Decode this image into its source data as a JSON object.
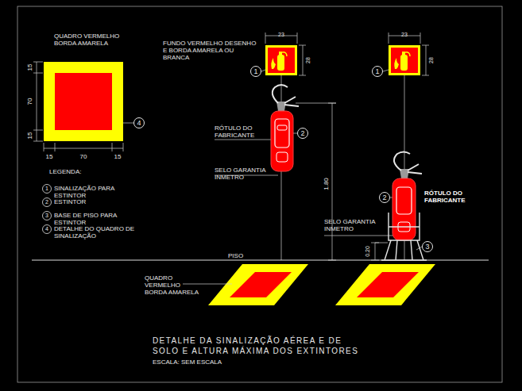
{
  "diagram": {
    "title": "DETALHE DA SINALIZAÇÃO AÉREA E DE SOLO E ALTURA MÁXIMA DOS EXTINTORES",
    "caption": "ESCALA: SEM ESCALA",
    "nodes": [
      {
        "text": [
          "4"
        ]
      },
      {
        "text": [
          "1"
        ]
      },
      {
        "text": [
          "1"
        ]
      },
      {
        "text": [
          "2"
        ]
      },
      {
        "text": [
          "2"
        ]
      },
      {
        "text": [
          "3"
        ]
      }
    ],
    "labels": [
      "QUADRO VERMELHO BORDA AMARELA",
      "15",
      "70",
      "15",
      "15",
      "70",
      "15",
      "FUNDO VERMELHO DESENHO E BORDA AMARELA OU BRANCA",
      "23",
      "28",
      "23",
      "28",
      "RÓTULO DO FABRICANTE",
      "SELO GARANTIA INMETRO",
      "1.80",
      "RÓTULO DO FABRICANTE",
      "SELO GARANTIA INMETRO",
      "0.20",
      "PISO",
      "QUADRO VERMELHO BORDA AMARELA",
      "LEGENDA:",
      "1",
      "2",
      "3",
      "4"
    ],
    "legend": [
      {
        "text": "SINALIZAÇÃO PARA ESTINTOR"
      },
      {
        "text": "ESTINTOR"
      },
      {
        "text": "BASE DE PISO PARA ESTINTOR"
      },
      {
        "text": "DETALHE DO QUADRO DE SINALIZAÇÃO"
      }
    ]
  }
}
